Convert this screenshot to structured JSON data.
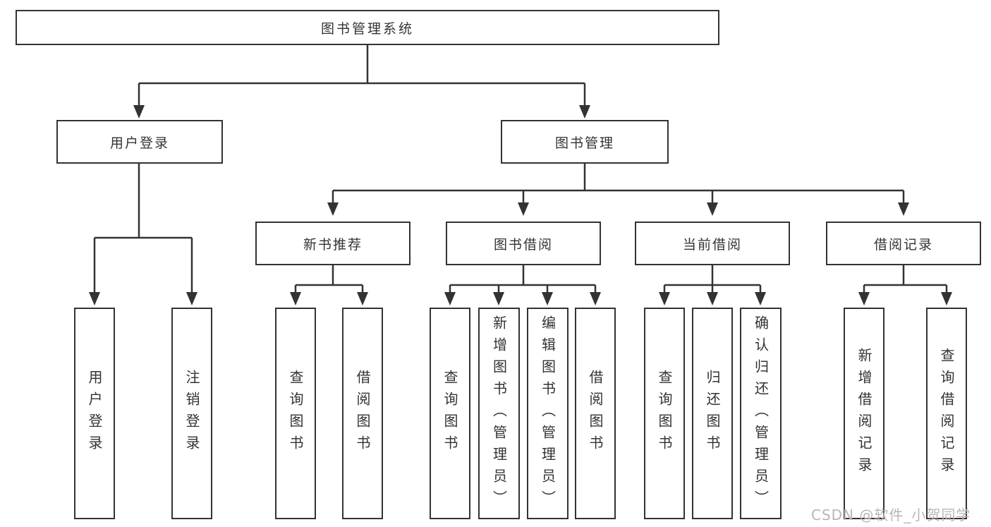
{
  "tree": {
    "root": {
      "label": "图书管理系统"
    },
    "login": {
      "label": "用户登录",
      "children": [
        {
          "label": "用户登录"
        },
        {
          "label": "注销登录"
        }
      ]
    },
    "management": {
      "label": "图书管理",
      "sections": [
        {
          "label": "新书推荐",
          "children": [
            {
              "label": "查询图书"
            },
            {
              "label": "借阅图书"
            }
          ]
        },
        {
          "label": "图书借阅",
          "children": [
            {
              "label": "查询图书"
            },
            {
              "label": "新增图书（管理员）"
            },
            {
              "label": "编辑图书（管理员）"
            },
            {
              "label": "借阅图书"
            }
          ]
        },
        {
          "label": "当前借阅",
          "children": [
            {
              "label": "查询图书"
            },
            {
              "label": "归还图书"
            },
            {
              "label": "确认归还（管理员）"
            }
          ]
        },
        {
          "label": "借阅记录",
          "children": [
            {
              "label": "新增借阅记录"
            },
            {
              "label": "查询借阅记录"
            }
          ]
        }
      ]
    }
  },
  "watermark": {
    "text": "CSDN @软件_小贺同学"
  },
  "colors": {
    "line": "#333333",
    "text": "#333333",
    "background": "#ffffff",
    "watermark": "#b9b5b5"
  }
}
